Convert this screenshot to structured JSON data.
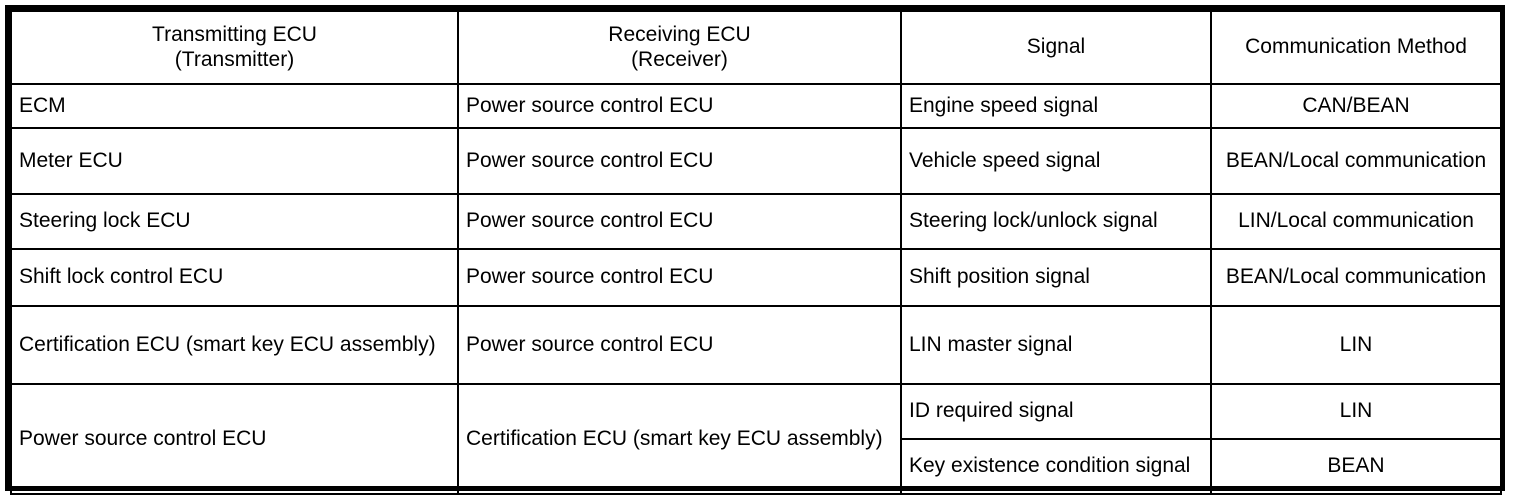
{
  "table": {
    "columns": [
      {
        "id": "transmitting",
        "label_line1": "Transmitting ECU",
        "label_line2": "(Transmitter)"
      },
      {
        "id": "receiving",
        "label_line1": "Receiving ECU",
        "label_line2": "(Receiver)"
      },
      {
        "id": "signal",
        "label_line1": "Signal",
        "label_line2": ""
      },
      {
        "id": "method",
        "label_line1": "Communication Method",
        "label_line2": ""
      }
    ],
    "rows": [
      {
        "transmitting": "ECM",
        "receiving": "Power source control ECU",
        "signal": "Engine speed signal",
        "method": "CAN/BEAN"
      },
      {
        "transmitting": "Meter ECU",
        "receiving": "Power source control ECU",
        "signal": "Vehicle speed signal",
        "method": "BEAN/Local communication"
      },
      {
        "transmitting": "Steering lock ECU",
        "receiving": "Power source control ECU",
        "signal": "Steering lock/unlock signal",
        "method": "LIN/Local communication"
      },
      {
        "transmitting": "Shift lock control ECU",
        "receiving": "Power source control ECU",
        "signal": "Shift position signal",
        "method": "BEAN/Local communication"
      },
      {
        "transmitting": "Certification ECU (smart key ECU assembly)",
        "receiving": "Power source control ECU",
        "signal": "LIN master signal",
        "method": "LIN"
      },
      {
        "transmitting": "Power source control ECU",
        "receiving": "Certification ECU (smart key ECU assembly)",
        "sub_rows": [
          {
            "signal": "ID required signal",
            "method": "LIN"
          },
          {
            "signal": "Key existence condition signal",
            "method": "BEAN"
          }
        ]
      }
    ]
  },
  "colors": {
    "border": "#000000",
    "text": "#000000",
    "background": "#ffffff"
  }
}
